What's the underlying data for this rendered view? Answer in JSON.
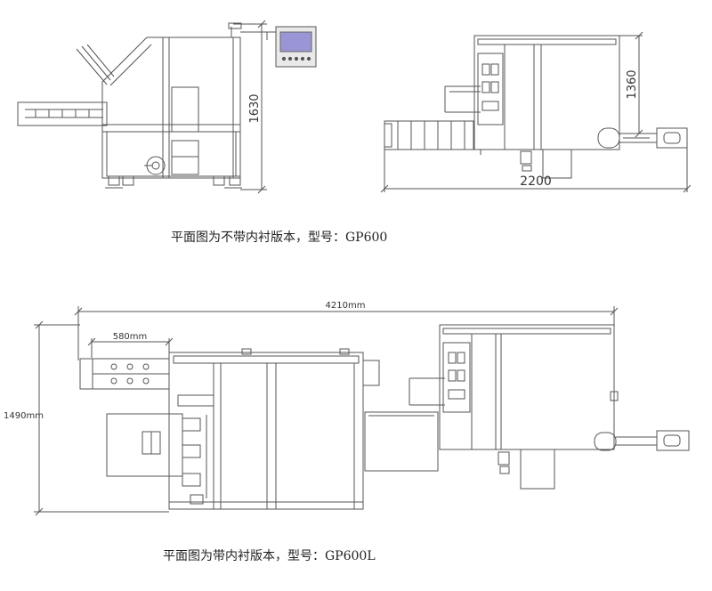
{
  "top_section": {
    "side_view": {
      "height_dim": "1630"
    },
    "plan_view": {
      "height_dim": "1360",
      "width_dim": "2200"
    },
    "caption": "平面图为不带内衬版本，型号：GP600"
  },
  "bottom_section": {
    "total_width_dim": "4210mm",
    "feeder_width_dim": "580mm",
    "total_depth_dim": "1490mm",
    "caption": "平面图为带内衬版本，型号：GP600L"
  },
  "colors": {
    "line": "#555555",
    "screen": "#9a96d6",
    "panel": "#e9e9e9"
  }
}
